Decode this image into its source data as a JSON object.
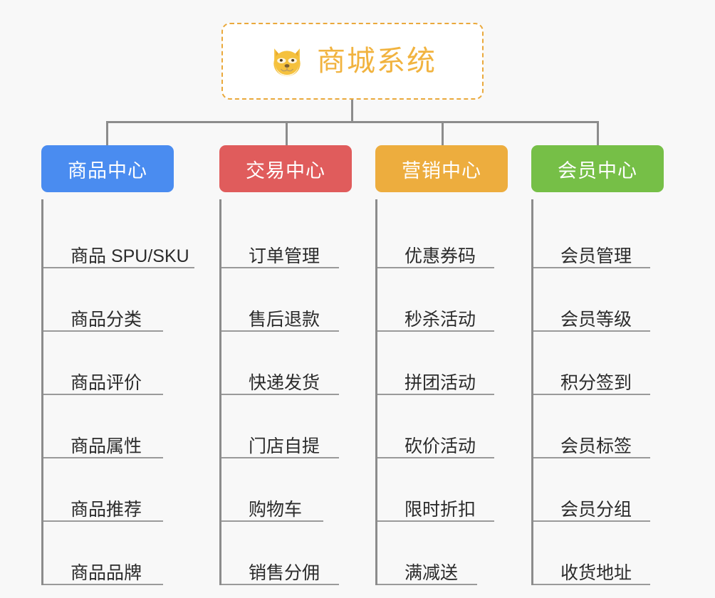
{
  "page": {
    "background_color": "#f8f8f8",
    "connector_color": "#8c8c8c",
    "leaf_text_color": "#2b2b2b",
    "leaf_underline_color": "#9a9a9a"
  },
  "root": {
    "title": "商城系统",
    "logo_icon": "shiba-dog-face-icon",
    "text_color": "#f1b33f",
    "border_color": "#eaa93c",
    "background_color": "#ffffff"
  },
  "columns": [
    {
      "header": "商品中心",
      "color": "#4a8cf0",
      "items": [
        "商品 SPU/SKU",
        "商品分类",
        "商品评价",
        "商品属性",
        "商品推荐",
        "商品品牌"
      ]
    },
    {
      "header": "交易中心",
      "color": "#e05c5c",
      "items": [
        "订单管理",
        "售后退款",
        "快递发货",
        "门店自提",
        "购物车",
        "销售分佣"
      ]
    },
    {
      "header": "营销中心",
      "color": "#edad3e",
      "items": [
        "优惠券码",
        "秒杀活动",
        "拼团活动",
        "砍价活动",
        "限时折扣",
        "满减送"
      ]
    },
    {
      "header": "会员中心",
      "color": "#76bf47",
      "items": [
        "会员管理",
        "会员等级",
        "积分签到",
        "会员标签",
        "会员分组",
        "收货地址"
      ]
    }
  ]
}
